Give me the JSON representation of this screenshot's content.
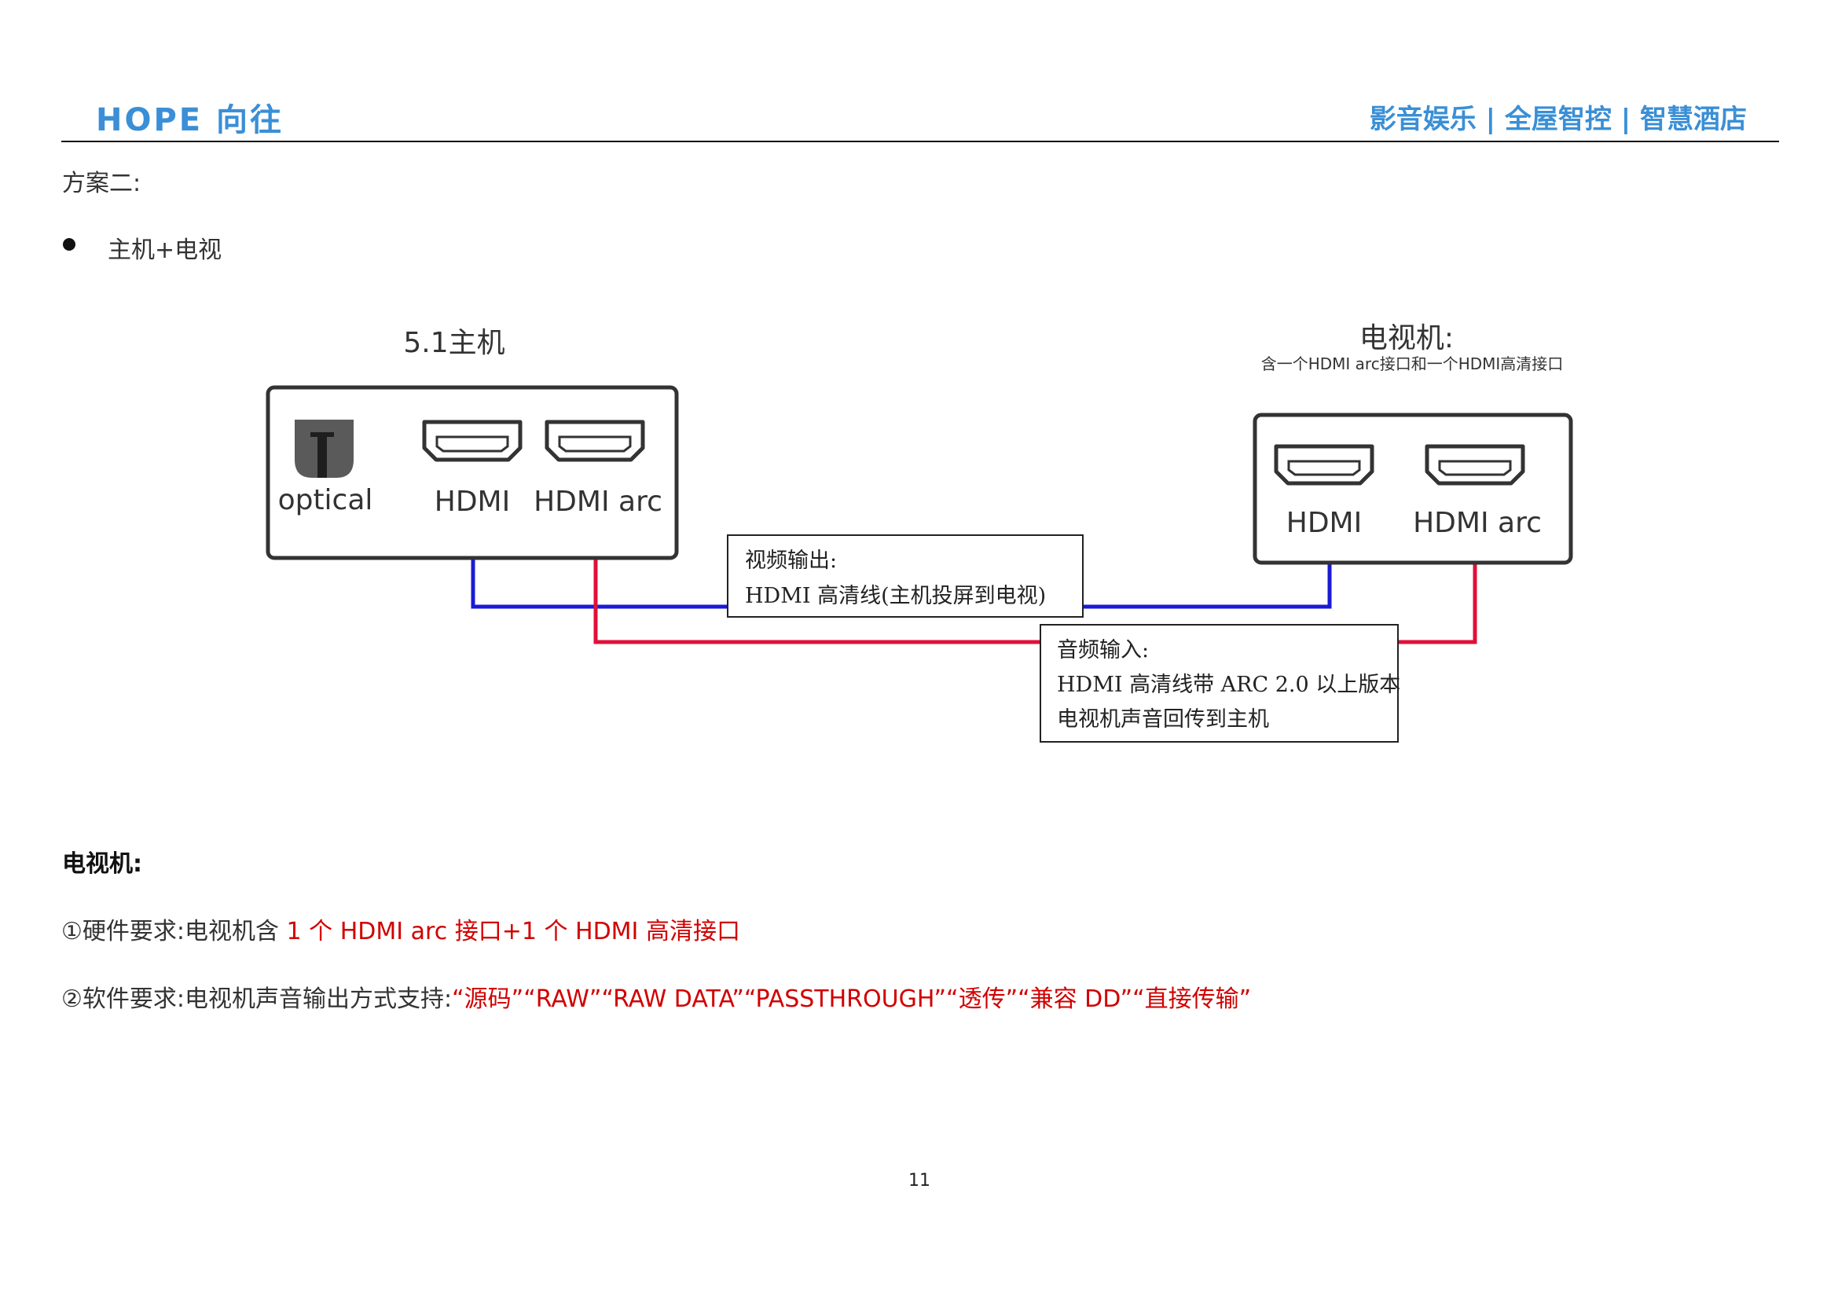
{
  "header": {
    "logo": "HOPE 向往",
    "slogan": "影音娱乐 | 全屋智控 | 智慧酒店"
  },
  "section": {
    "heading": "方案二:",
    "bullet": "主机+电视"
  },
  "diagram": {
    "host": {
      "title": "5.1主机",
      "ports": [
        "optical",
        "HDMI",
        "HDMI arc"
      ]
    },
    "tv": {
      "title": "电视机:",
      "subtitle": "含一个HDMI arc接口和一个HDMI高清接口",
      "ports": [
        "HDMI",
        "HDMI arc"
      ]
    },
    "video_box": {
      "line1": "视频输出:",
      "line2": "HDMI 高清线(主机投屏到电视)"
    },
    "audio_box": {
      "line1": "音频输入:",
      "line2": "HDMI 高清线带 ARC 2.0 以上版本",
      "line3": "电视机声音回传到主机"
    },
    "colors": {
      "video_line": "#1a1ad6",
      "audio_line": "#e0103a"
    }
  },
  "tv_section": {
    "title": "电视机:",
    "req1_prefix": "①硬件要求:电视机含 ",
    "req1_highlight": "1 个 HDMI arc 接口+1 个 HDMI 高清接口",
    "req2_prefix": "②软件要求:电视机声音输出方式支持:",
    "req2_highlight": "“源码”“RAW”“RAW DATA”“PASSTHROUGH”“透传”“兼容 DD”“直接传输”"
  },
  "page_number": "11"
}
